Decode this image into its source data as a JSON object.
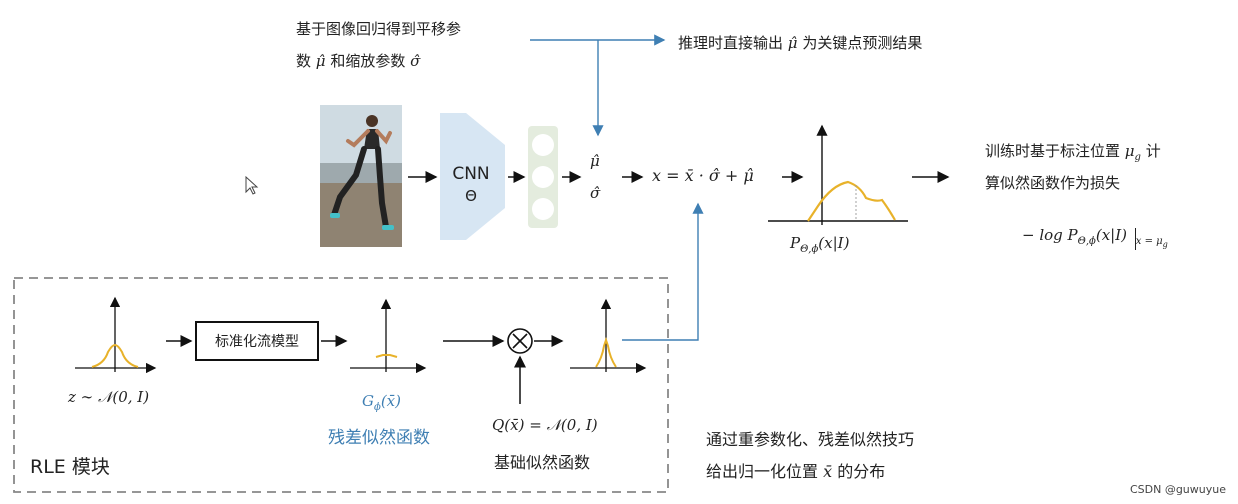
{
  "top_text": {
    "line1": "基于图像回归得到平移参",
    "line2_prefix": "数",
    "line2_mu": "μ̂",
    "line2_mid": "和缩放参数",
    "line2_sigma": "σ̂"
  },
  "infer_text": {
    "prefix": "推理时直接输出",
    "mu": "μ̂",
    "suffix": "为关键点预测结果"
  },
  "cnn": {
    "name": "CNN",
    "param": "Θ"
  },
  "outputs": {
    "mu": "μ̂",
    "sigma": "σ̂"
  },
  "equation": "x = x̄ · σ̂ + μ̂",
  "density_label": "P_{Θ,ϕ}(x|I)",
  "density_label_parts": {
    "p": "P",
    "sub": "Θ,ϕ",
    "arg": "(x|I)"
  },
  "train_text": {
    "line1_prefix": "训练时基于标注位置",
    "line1_mu": "μ",
    "line1_mu_sub": "g",
    "line1_suffix": "计",
    "line2": "算似然函数作为损失"
  },
  "loss": {
    "prefix": "− log P",
    "sub": "Θ,ϕ",
    "arg": "(x|I)",
    "eval_sub": "x = μ",
    "eval_sub_g": "g"
  },
  "rle": {
    "title": "RLE 模块",
    "z_label": "z ∼ 𝒩(0, I)",
    "flow_box": "标准化流模型",
    "g_label": "G",
    "g_sub": "ϕ",
    "g_arg": "(x̄)",
    "residual_label": "残差似然函数",
    "q_label": "Q(x̄) = 𝒩(0, I)",
    "base_label": "基础似然函数"
  },
  "reparam_text": {
    "line1": "通过重参数化、残差似然技巧",
    "line2_prefix": "给出归一化位置",
    "line2_x": "x̄",
    "line2_suffix": "的分布"
  },
  "watermark": "CSDN @guwuyue",
  "colors": {
    "accent_orange": "#e8b22a",
    "accent_blue": "#3f7fb3",
    "cnn_blue": "#d7e6f3",
    "out_green": "#e4ecde"
  }
}
